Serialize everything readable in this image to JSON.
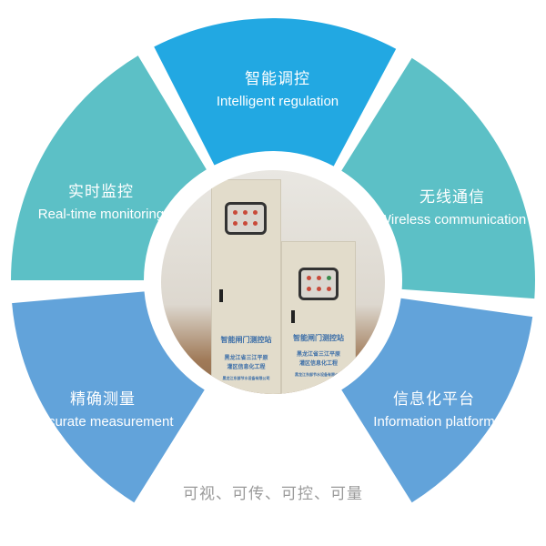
{
  "colors": {
    "top": "#22a8e2",
    "teal": "#5cc0c6",
    "blue": "#62a3da"
  },
  "segments": [
    {
      "id": "top",
      "zh": "智能调控",
      "en": "Intelligent regulation",
      "color": "#22a8e2"
    },
    {
      "id": "left",
      "zh": "实时监控",
      "en": "Real-time monitoring",
      "color": "#5cc0c6"
    },
    {
      "id": "right",
      "zh": "无线通信",
      "en": "Wireless communication",
      "color": "#5cc0c6"
    },
    {
      "id": "bottom-left",
      "zh": "精确测量",
      "en": "Accurate measurement",
      "color": "#62a3da"
    },
    {
      "id": "bottom-right",
      "zh": "信息化平台",
      "en": "Information platform",
      "color": "#62a3da"
    }
  ],
  "photo": {
    "cabinet_title": "智能闸门测控站",
    "cabinet_line1": "黑龙江省三江平原",
    "cabinet_line2": "灌区信息化工程",
    "cabinet_maker": "黑龙江东部节水设备有限公司"
  },
  "footer": "可视、可传、可控、可量"
}
